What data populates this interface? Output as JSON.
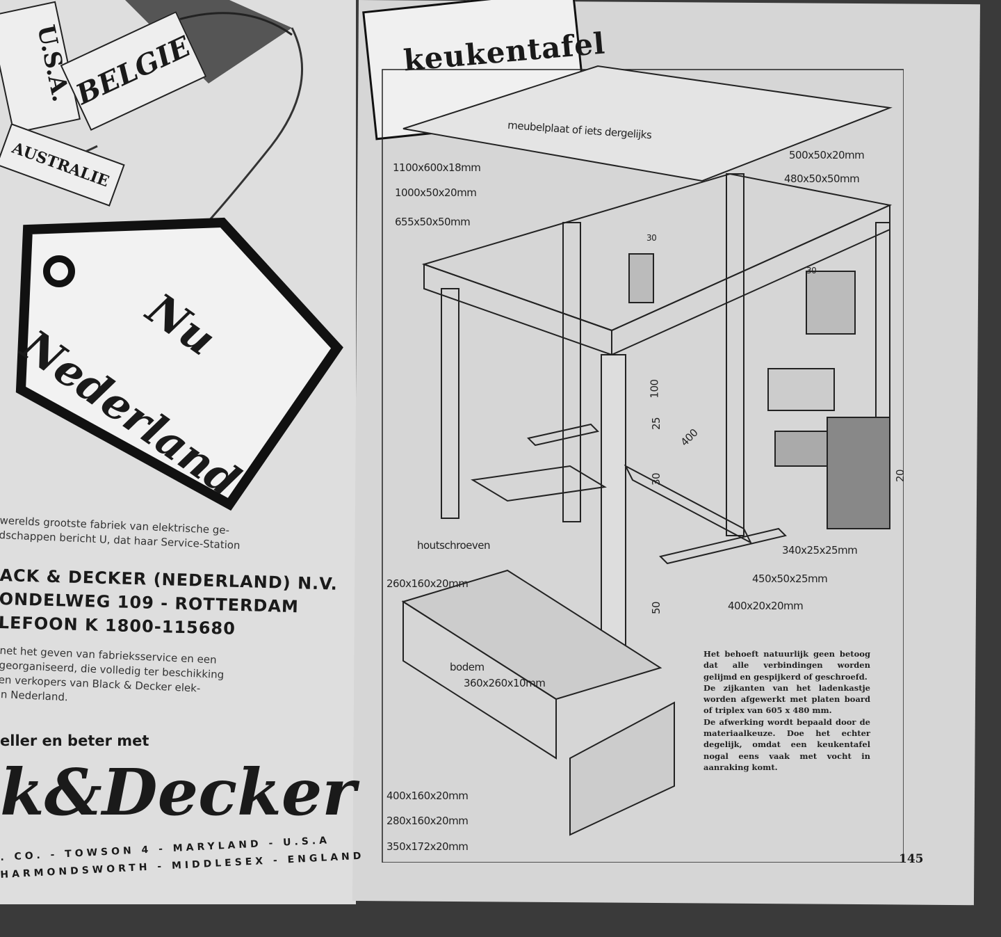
{
  "left_page": {
    "tags": {
      "usa": "U.S.A.",
      "belgie": "BELGIE",
      "australie": "AUSTRALIE"
    },
    "big_tag": {
      "line1": "Nu",
      "line2": "Nederland"
    },
    "intro_lines": [
      "werelds grootste fabriek van elektrische ge-",
      "dschappen bericht U, dat haar Service-Station"
    ],
    "company_lines": [
      "ACK & DECKER (NEDERLAND) N.V.",
      "ONDELWEG 109 - ROTTERDAM",
      "LEFOON K 1800-115680"
    ],
    "body_lines": [
      "net het geven van fabrieksservice en een",
      "georganiseerd, die volledig ter beschikking",
      "en verkopers van Black & Decker elek-",
      "in Nederland."
    ],
    "slogan": "eller en beter met",
    "logo": "k&Decker",
    "footer_lines": [
      ". CO. - TOWSON 4 - MARYLAND - U.S.A",
      "HARMONDSWORTH - MIDDLESEX - ENGLAND"
    ]
  },
  "right_page": {
    "title": "keukentafel",
    "top_label": "meubelplaat of iets dergelijks",
    "dimensions": {
      "top_board": "1100x600x18mm",
      "rail_long": "1000x50x20mm",
      "leg": "655x50x50mm",
      "rail_short": "500x50x20mm",
      "rail_short2": "480x50x50mm",
      "screws": "houtschroeven",
      "d1": "340x25x25mm",
      "d2": "450x50x25mm",
      "d3": "400x20x20mm",
      "drawer_back": "260x160x20mm",
      "bottom_label": "bodem",
      "bottom_dim": "360x260x10mm",
      "drawer_side": "400x160x20mm",
      "drawer_back2": "280x160x20mm",
      "drawer_front": "350x172x20mm",
      "m100": "100",
      "m25": "25",
      "m400": "400",
      "m30": "30",
      "m50": "50",
      "m20": "20",
      "m30b": "30",
      "m30c": "30"
    },
    "note": [
      "Het behoeft natuurlijk geen betoog dat alle verbindingen worden gelijmd en gespijkerd of geschroefd.",
      "De zijkanten van het ladenkastje worden afgewerkt met platen board of triplex van 605 x 480 mm.",
      "De afwerking wordt bepaald door de materiaalkeuze. Doe het echter degelijk, omdat een keukentafel nogal eens vaak met vocht in aanraking komt."
    ],
    "page_number": "145"
  }
}
